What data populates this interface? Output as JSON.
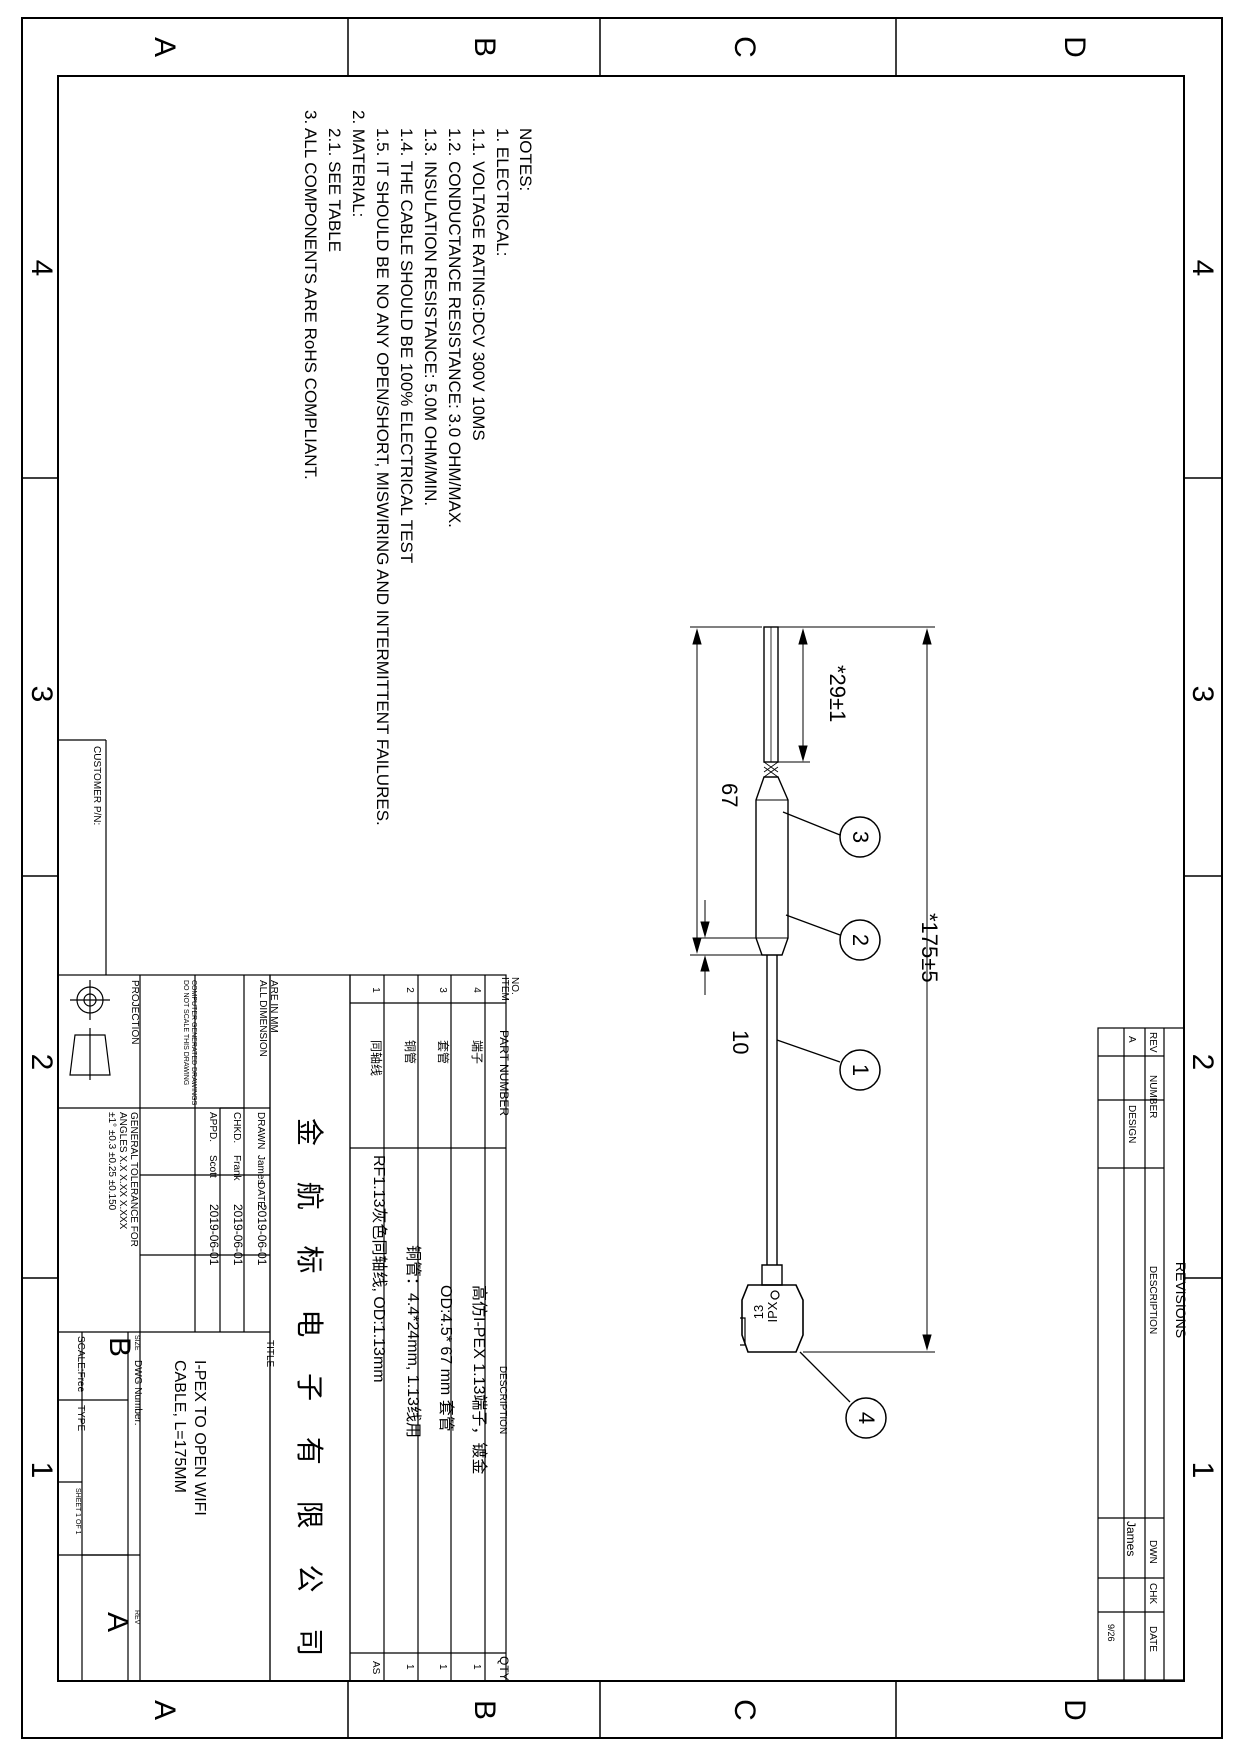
{
  "zones": {
    "cols": [
      "A",
      "B",
      "C",
      "D"
    ],
    "rows": [
      "4",
      "3",
      "2",
      "1"
    ]
  },
  "notes": {
    "heading": "NOTES:",
    "lines": [
      "1.  ELECTRICAL:",
      "1.1.  VOLTAGE RATING:DCV 300V 10MS",
      "1.2.  CONDUCTANCE RESISTANCE: 3.0 OHM/MAX.",
      "1.3.  INSULATION RESISTANCE: 5.0M OHM/MIN.",
      "1.4.  THE CABLE SHOULD BE 100% ELECTRICAL TEST",
      "1.5.  IT SHOULD BE NO ANY OPEN/SHORT, MISWIRING AND INTERMITTENT FAILURES.",
      "2.  MATERIAL:",
      "2.1.  SEE TABLE",
      "3.  ALL COMPONENTS ARE RoHS COMPLIANT."
    ]
  },
  "customer_pn_label": "CUSTOMER P/N:",
  "revisions": {
    "title": "REVISIONS",
    "headers": [
      "REV",
      "NUMBER",
      "DESIGN",
      "DESCRIPTION",
      "DWN",
      "CHK",
      "DATE"
    ],
    "rows": [
      {
        "rev": "A",
        "number": "",
        "design": "",
        "description": "",
        "dwn": "James",
        "chk": "",
        "date": "9/26"
      }
    ]
  },
  "dimensions": {
    "overall": "*175±5",
    "strip": "*29±1",
    "sleeve": "67",
    "cable_seg": "10"
  },
  "balloons": [
    "1",
    "2",
    "3",
    "4"
  ],
  "connector_marking": "13\nIPX",
  "bom": {
    "headers": {
      "item": "ITEM NO.",
      "part": "PART NUMBER",
      "desc": "DESCRIPTION",
      "qty": "QTY."
    },
    "rows": [
      {
        "item": "4",
        "part": "端子",
        "desc": "高仿I-PEX 1.13端子，镀金",
        "qty": "1"
      },
      {
        "item": "3",
        "part": "套管",
        "desc": "OD:4.5* 67 mm 套管",
        "qty": "1"
      },
      {
        "item": "2",
        "part": "铜管",
        "desc": "铜管：4.4*24mm, 1.13线用",
        "qty": "1"
      },
      {
        "item": "1",
        "part": "同轴线",
        "desc": "RF1.13灰色同轴线, OD:1.13mm",
        "qty": "AS"
      }
    ]
  },
  "company": "金 航 标 电 子 有 限 公 司",
  "title_block": {
    "units": "ALL DIMENSION ARE IN MM",
    "drawn_label": "DRAWN",
    "drawn_name": "James",
    "date_label": "DATE",
    "drawn_date": "2019-06-01",
    "chkd_label": "CHKD.",
    "chkd_name": "Frank",
    "chkd_date": "2019-06-01",
    "appd_label": "APPD.",
    "appd_name": "Scott",
    "appd_date": "2019-06-01",
    "title_label": "TITLE",
    "title_line1": "I-PEX TO OPEN WIFI",
    "title_line2": "CABLE, L=175MM",
    "computer_generated": "COMPUTER GENERATED DRAWINGS",
    "do_not_scale": "DO NOT SCALE THIS DRAWING",
    "projection": "PROJECTION",
    "tolerance_title": "GENERAL TOLERANCE FOR",
    "tolerance_labels": "ANGLES  X.X  X.XX  X.XXX",
    "tolerance_values": "±1°    ±0.3   ±0.25  ±0.150",
    "size_label": "SIZE",
    "size": "B",
    "dwg_number_label": "DWG Number:",
    "rev_label": "REV",
    "rev": "A",
    "scale": "SCALE:Free",
    "type_label": "TYPE",
    "sheet": "SHEET 1  OF  1"
  }
}
